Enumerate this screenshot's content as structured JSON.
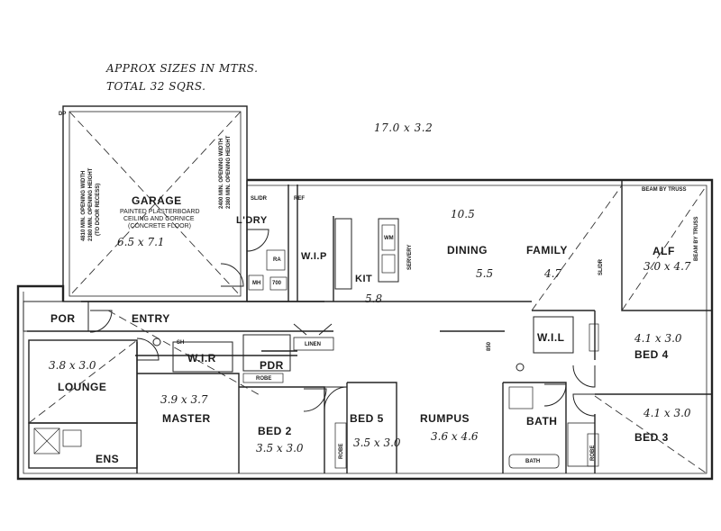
{
  "notes": {
    "sizes": "APPROX SIZES IN MTRS.",
    "total": "TOTAL 32 SQRS.",
    "overall": "17.0 x 3.2"
  },
  "rooms": {
    "garage": {
      "label": "GARAGE",
      "detail": [
        "PAINTED PLASTERBOARD",
        "CEILING AND CORNICE",
        "(CONCRETE FLOOR)"
      ],
      "size": "6.5 x 7.1"
    },
    "laundry": {
      "label": "L'DRY"
    },
    "wip": {
      "label": "W.I.P"
    },
    "kitchen": {
      "label": "KIT",
      "size": "5.8"
    },
    "dining": {
      "label": "DINING",
      "size": "5.5",
      "span": "10.5"
    },
    "family": {
      "label": "FAMILY",
      "size": "4.7"
    },
    "alfresco": {
      "label": "ALF",
      "size": "3.0 x 4.7"
    },
    "porch": {
      "label": "POR"
    },
    "entry": {
      "label": "ENTRY"
    },
    "lounge": {
      "label": "LOUNGE",
      "size": "3.8 x 3.0"
    },
    "master": {
      "label": "MASTER",
      "size": "3.9 x 3.7"
    },
    "wir": {
      "label": "W.I.R"
    },
    "ens": {
      "label": "ENS"
    },
    "pdr": {
      "label": "PDR"
    },
    "bed2": {
      "label": "BED 2",
      "size": "3.5 x 3.0"
    },
    "bed5": {
      "label": "BED 5",
      "size": "3.5 x 3.0"
    },
    "rumpus": {
      "label": "RUMPUS",
      "size": "3.6 x 4.6"
    },
    "bath": {
      "label": "BATH"
    },
    "wil": {
      "label": "W.I.L"
    },
    "bed4": {
      "label": "BED 4",
      "size": "4.1 x 3.0"
    },
    "bed3": {
      "label": "BED 3",
      "size": "4.1 x 3.0"
    }
  },
  "fixtures": {
    "linen": "LINEN",
    "robe": "ROBE",
    "bath_tub": "BATH",
    "ref": "REF",
    "mh": "MH",
    "sh": "SH",
    "dp": "DP",
    "wm": "WM",
    "servery": "SERVERY",
    "sl_dr": "SL/DR",
    "shelf_700": "700",
    "shelf_850": "850",
    "ra": "RA",
    "beam1": "BEAM BY TRUSS",
    "beam2": "BEAM BY TRUSS",
    "garage_door1": [
      "4810 MIN. OPENING WIDTH",
      "2380 MIN. OPENING HEIGHT",
      "(TO DOOR RECESS)"
    ],
    "garage_door2": [
      "2400 MIN. OPENING WIDTH",
      "2380 MIN. OPENING HEIGHT"
    ]
  }
}
